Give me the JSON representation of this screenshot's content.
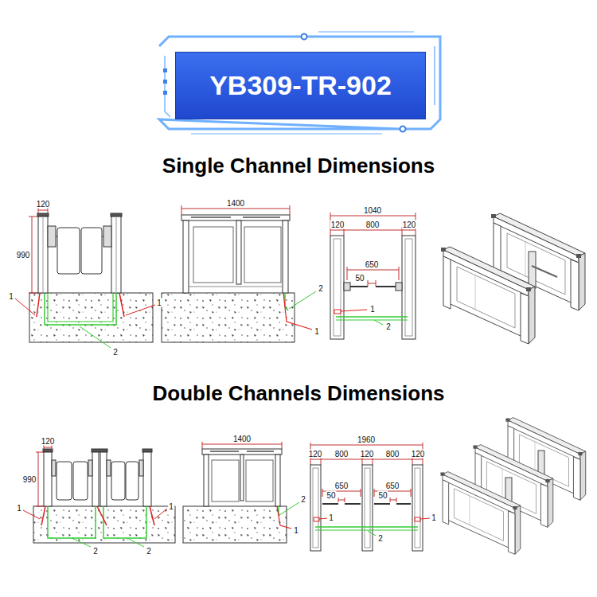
{
  "diagram": {
    "nodes": [
      {
        "text": [
          "YB309-TR-902"
        ]
      }
    ],
    "labels": [
      "Single Channel Dimensions",
      "120",
      "990",
      "1",
      "1",
      "2",
      "1400",
      "2",
      "1",
      "1040",
      "120",
      "800",
      "120",
      "650",
      "50",
      "1",
      "2",
      "Double Channels Dimensions",
      "120",
      "990",
      "1",
      "1",
      "2",
      "2",
      "1400",
      "2",
      "1",
      "1960",
      "120",
      "800",
      "120",
      "800",
      "120",
      "650",
      "650",
      "50",
      "50",
      "1",
      "1",
      "2"
    ]
  }
}
